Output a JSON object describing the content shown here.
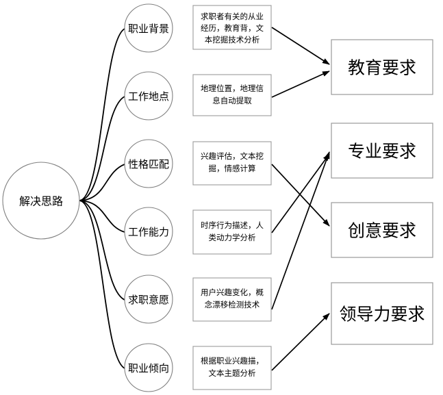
{
  "diagram": {
    "type": "mind-map-flow",
    "root": {
      "label": "解决思路",
      "shape": "circle"
    },
    "branches": [
      {
        "id": "b1",
        "label": "职业背景"
      },
      {
        "id": "b2",
        "label": "工作地点"
      },
      {
        "id": "b3",
        "label": "性格匹配"
      },
      {
        "id": "b4",
        "label": "工作能力"
      },
      {
        "id": "b5",
        "label": "求职意愿"
      },
      {
        "id": "b6",
        "label": "职业倾向"
      }
    ],
    "method_boxes": [
      {
        "id": "m1",
        "lines": [
          "求职者有关的从业",
          "经历，教育背，文",
          "本挖掘技术分析"
        ],
        "target": "o1"
      },
      {
        "id": "m2",
        "lines": [
          "地理位置，地理信",
          "息自动提取"
        ],
        "target": "o1"
      },
      {
        "id": "m3",
        "lines": [
          "兴趣评估，文本挖",
          "掘，情感计算"
        ],
        "target": "o3"
      },
      {
        "id": "m4",
        "lines": [
          "时序行为描述，人",
          "类动力学分析"
        ],
        "target": "o2"
      },
      {
        "id": "m5",
        "lines": [
          "用户兴趣变化，概",
          "念漂移检测技术"
        ],
        "target": "o2"
      },
      {
        "id": "m6",
        "lines": [
          "根据职业兴趣描，",
          "文本主题分析"
        ],
        "target": "o4"
      }
    ],
    "requirement_boxes": [
      {
        "id": "o1",
        "label": "教育要求"
      },
      {
        "id": "o2",
        "label": "专业要求"
      },
      {
        "id": "o3",
        "label": "创意要求"
      },
      {
        "id": "o4",
        "label": "领导力要求"
      }
    ],
    "colors": {
      "background": "#ffffff",
      "circle_stroke": "#808080",
      "box_stroke": "#9a9a9a",
      "line": "#000000",
      "text": "#000000"
    }
  }
}
